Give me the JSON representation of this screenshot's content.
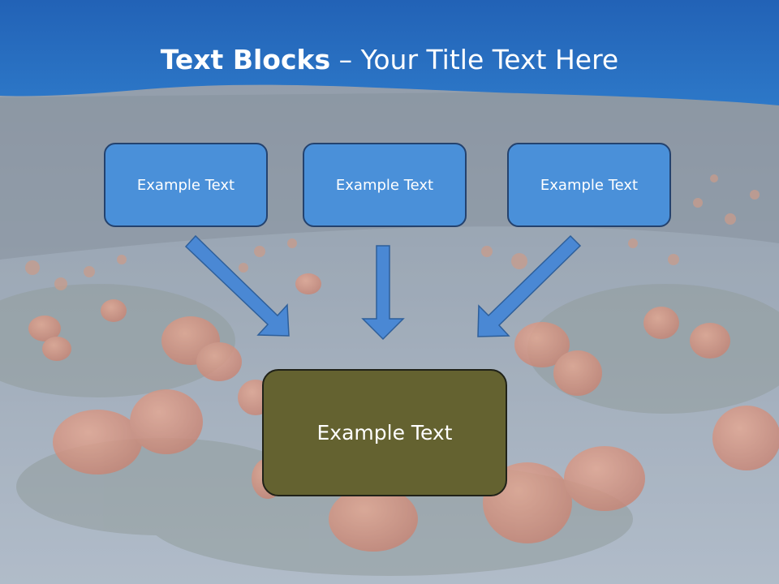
{
  "slide": {
    "title_bold": "Text Blocks",
    "title_rest": " – Your Title Text Here",
    "blocks": [
      {
        "label": "Example Text"
      },
      {
        "label": "Example Text"
      },
      {
        "label": "Example Text"
      }
    ],
    "main_block": {
      "label": "Example Text"
    }
  },
  "icons": {
    "arrow_left": "arrow-down-right-icon",
    "arrow_center": "arrow-down-icon",
    "arrow_right": "arrow-down-left-icon"
  },
  "colors": {
    "header_blue": "#2468b8",
    "block_blue": "#4a90d9",
    "block_border": "#24426e",
    "main_block_olive": "#646230",
    "arrow_blue": "#4a88d4"
  }
}
